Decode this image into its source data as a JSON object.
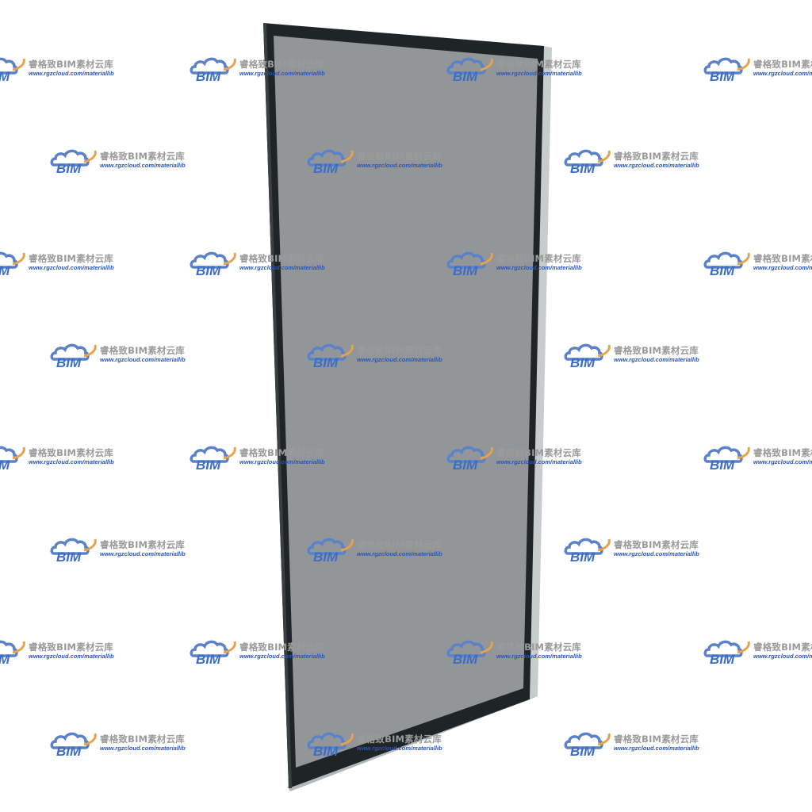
{
  "object": {
    "name": "glass-panel",
    "frame_color": "#1f2426",
    "frame_edge_color": "#c9cccd",
    "glass_color": "#929699"
  },
  "watermark": {
    "logo_text": "BIM",
    "title": "睿格致BIM素材云库",
    "url": "www.rgzcloud.com/materiallib",
    "cloud_color": "#5b82c8",
    "swoosh_color": "#e8a24a",
    "title_color": "#9a9a9a",
    "url_color": "#2a55b8"
  }
}
